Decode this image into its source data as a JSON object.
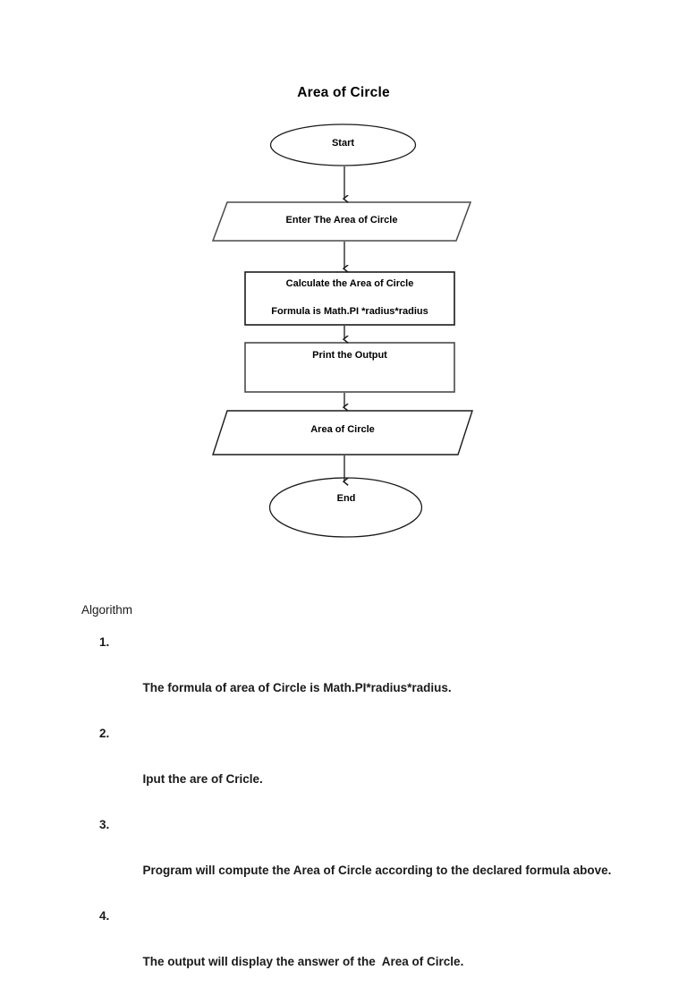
{
  "document": {
    "title": "Area of Circle"
  },
  "flowchart": {
    "nodes": [
      {
        "id": "start",
        "shape": "ellipse",
        "label": "Start"
      },
      {
        "id": "input",
        "shape": "parallelogram",
        "label": "Enter The Area of Circle"
      },
      {
        "id": "calc",
        "shape": "rectangle",
        "label_line1": "Calculate the Area of Circle",
        "label_line2": "Formula is Math.PI *radius*radius"
      },
      {
        "id": "print",
        "shape": "rectangle",
        "label": "Print the Output"
      },
      {
        "id": "output",
        "shape": "parallelogram",
        "label": "Area of Circle"
      },
      {
        "id": "end",
        "shape": "ellipse",
        "label": "End"
      }
    ],
    "connectors": [
      {
        "from": "start",
        "to": "input"
      },
      {
        "from": "input",
        "to": "calc"
      },
      {
        "from": "calc",
        "to": "print"
      },
      {
        "from": "print",
        "to": "output"
      },
      {
        "from": "output",
        "to": "end"
      }
    ],
    "stroke_color": "#1a1a1a",
    "fill_color": "#ffffff"
  },
  "algorithm": {
    "heading": "Algorithm",
    "items": [
      {
        "number": "1.",
        "text": "The formula of area of Circle is Math.PI*radius*radius."
      },
      {
        "number": "2.",
        "text": "Iput the are of Cricle."
      },
      {
        "number": "3.",
        "text": "Program will compute the Area of Circle according to the declared formula above."
      },
      {
        "number": "4.",
        "text": "The output will display the answer of the  Area of Circle."
      }
    ]
  }
}
